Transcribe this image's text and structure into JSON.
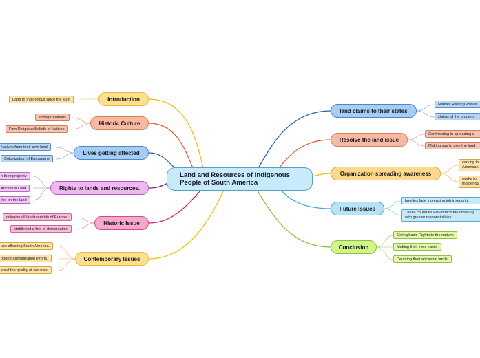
{
  "center": {
    "title": "Land and Resources of Indigenous People of South America"
  },
  "branches": {
    "introduction": {
      "label": "Introduction",
      "items": [
        "Land to Indigenous since the start"
      ]
    },
    "historic_culture": {
      "label": "Historic Culture",
      "items": [
        "strong traditions",
        "Firm Religious Beliefs of Natives"
      ]
    },
    "lives_affected": {
      "label": "Lives getting affected",
      "items": [
        "Natives from their own land",
        "Colonization of Europeans"
      ]
    },
    "rights": {
      "label": "Rights to lands and resources.",
      "items": [
        "n their property",
        "Ancestral Land",
        "live on the land"
      ]
    },
    "historic_issue": {
      "label": "Historic Issue",
      "items": [
        "colonize all lands outside of Europe.",
        "stablished a line of demarcation"
      ]
    },
    "contemporary": {
      "label": "Contemporary Issues",
      "items": [
        "ues affecting South America.",
        "pport nationalization efforts.",
        "ened the quality of services."
      ]
    },
    "land_claims": {
      "label": "land claims to their states",
      "items": [
        "Natives Raising voices",
        "claims of the property"
      ]
    },
    "resolve": {
      "label": "Resolve the land issue",
      "items": [
        "Contributing in spreading a",
        "Making sue to give the land"
      ]
    },
    "awareness": {
      "label": "Organization spreading awareness",
      "items": [
        "serving th\nAmerican",
        "works for\nIndigenou"
      ]
    },
    "future": {
      "label": "Future Issues",
      "items": [
        "families face increasing job insecurity,",
        "These countries would face the challeng\nwith greater responsibilities."
      ]
    },
    "conclusion": {
      "label": "Conclusion",
      "items": [
        "Giving basic Rights to the natives",
        "Making their lives easier",
        "Devoting their ancestral lands."
      ]
    }
  },
  "colors": {
    "introduction": "#f5b800",
    "historic_culture": "#e8582a",
    "lives_affected": "#1f5fb8",
    "rights": "#6a1b8a",
    "historic_issue": "#e0176b",
    "contemporary": "#f5b800",
    "land_claims": "#1f5fb8",
    "resolve": "#e8582a",
    "awareness": "#f5b800",
    "future": "#2aa3e0",
    "conclusion": "#7db82a"
  }
}
